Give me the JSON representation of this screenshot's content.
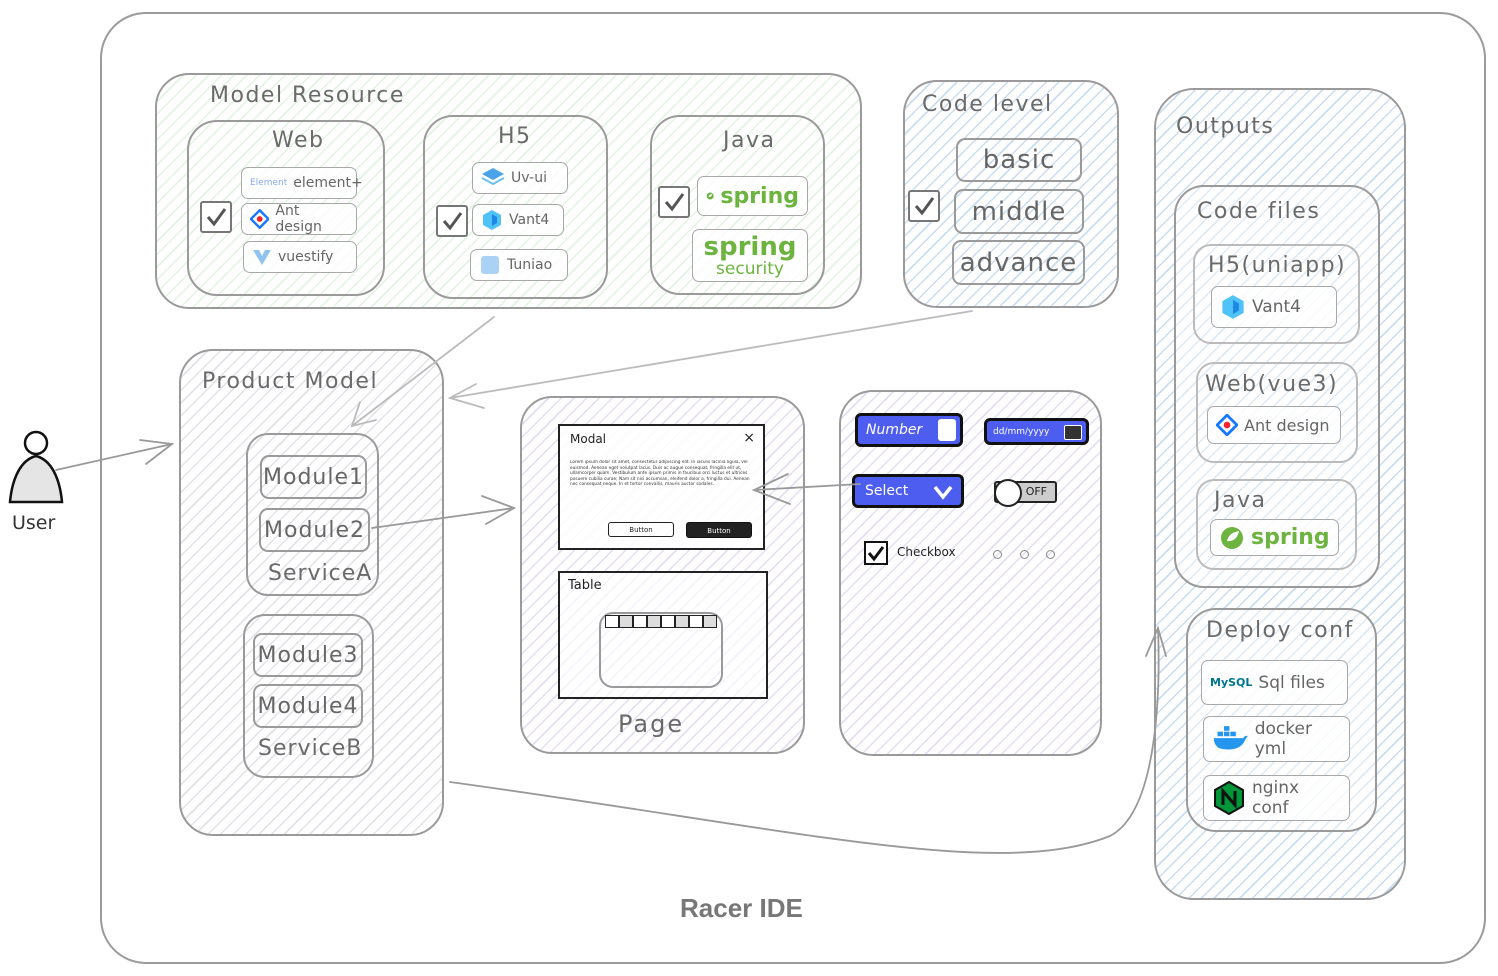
{
  "ide": {
    "title": "Racer IDE"
  },
  "user": {
    "label": "User"
  },
  "model_resource": {
    "title": "Model Resource",
    "web": {
      "title": "Web",
      "items": [
        "element+",
        "Ant design",
        "vuestify"
      ],
      "logo_text": "Element"
    },
    "h5": {
      "title": "H5",
      "items": [
        "Uv-ui",
        "Vant4",
        "Tuniao"
      ]
    },
    "java": {
      "title": "Java",
      "items": [
        "spring"
      ],
      "security_logo": {
        "word1": "spring",
        "word2": "security"
      }
    }
  },
  "code_level": {
    "title": "Code level",
    "levels": [
      "basic",
      "middle",
      "advance"
    ]
  },
  "product_model": {
    "title": "Product Model",
    "service_a": {
      "modules": [
        "Module1",
        "Module2"
      ],
      "label": "ServiceA"
    },
    "service_b": {
      "modules": [
        "Module3",
        "Module4"
      ],
      "label": "ServiceB"
    }
  },
  "page": {
    "label": "Page",
    "modal": {
      "title": "Modal",
      "close": "×",
      "body": "Lorem ipsum dolor sit amet, consectetur adipiscing elit. In iaculis lacinia ligula, vel euismod. Aenean eget volutpat lacus. Duis ac augue consequat, fringilla elit ut, ullamcorper quam. Vestibulum ante ipsum primis in faucibus orci luctus et ultrices posuere cubilia curae; Nam sit nisi accumsan, eleifend dolor a, fringilla dui. Aenean nec consequat neque. In et tortor convallis, mauris auctor sodales.",
      "button1": "Button",
      "button2": "Button"
    },
    "table": {
      "title": "Table"
    }
  },
  "widgets": {
    "number": "Number",
    "date": "dd/mm/yyyy",
    "select": "Select",
    "toggle": "OFF",
    "checkbox": "Checkbox"
  },
  "outputs": {
    "title": "Outputs",
    "code_files": {
      "title": "Code files",
      "h5": {
        "title": "H5(uniapp)",
        "item": "Vant4"
      },
      "web": {
        "title": "Web(vue3)",
        "item": "Ant design"
      },
      "java": {
        "title": "Java",
        "item": "spring"
      }
    },
    "deploy_conf": {
      "title": "Deploy conf",
      "items": [
        "Sql files",
        "docker yml",
        "nginx conf"
      ],
      "mysql_logo": "MySQL"
    }
  },
  "colors": {
    "accent_blue": "#4d5df0",
    "spring_green": "#6db33f",
    "nginx_green": "#009639"
  }
}
